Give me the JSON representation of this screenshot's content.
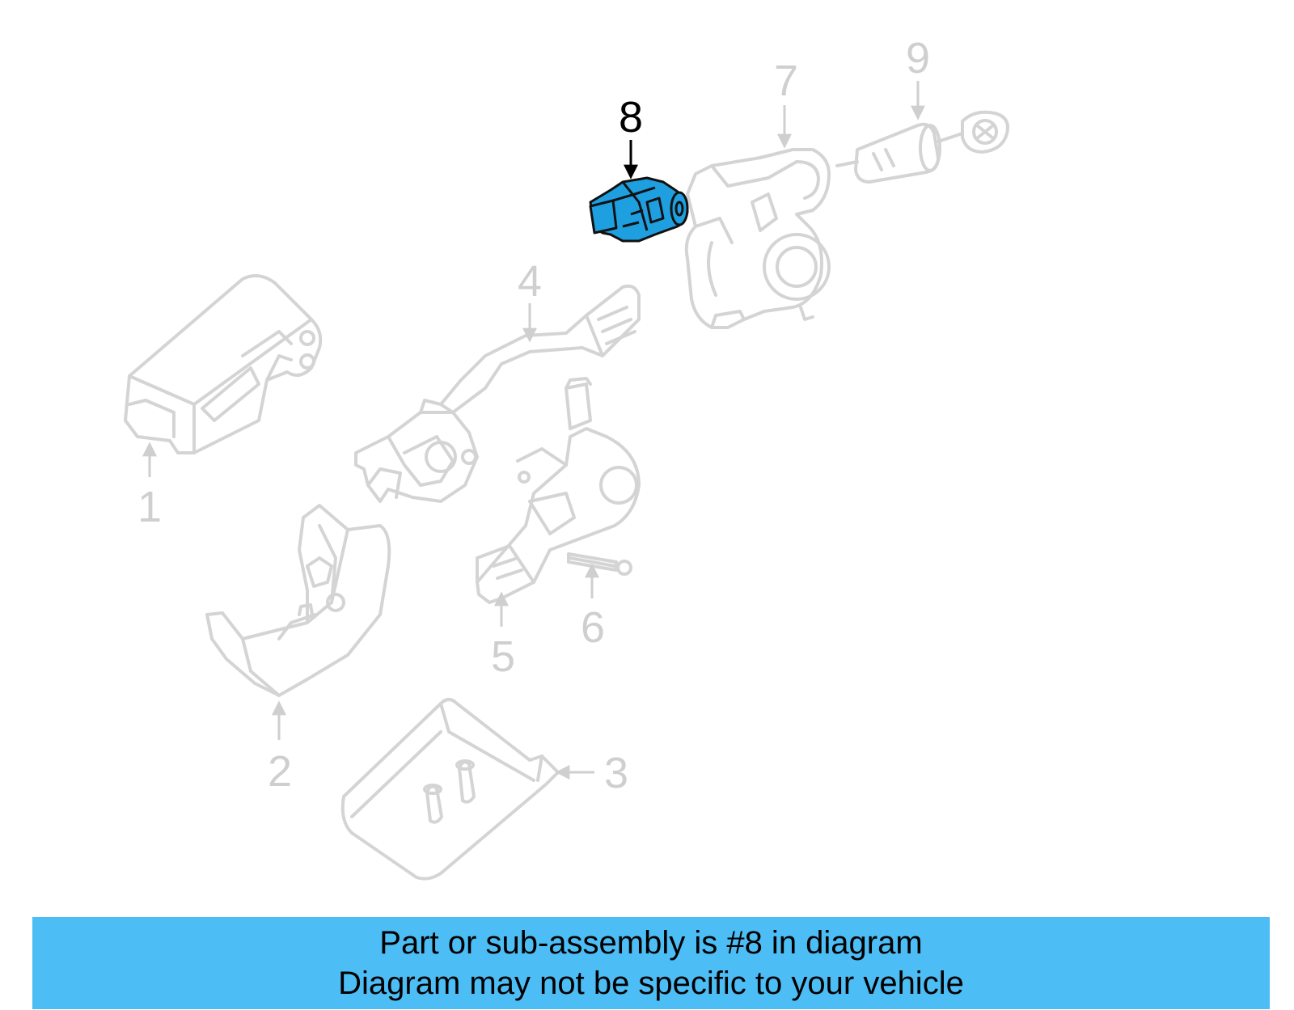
{
  "callouts": {
    "c1": "1",
    "c2": "2",
    "c3": "3",
    "c4": "4",
    "c5": "5",
    "c6": "6",
    "c7": "7",
    "c8": "8",
    "c9": "9"
  },
  "highlighted_callout": "8",
  "colors": {
    "highlight_fill": "#1e9fe0",
    "banner_background": "#4dbdf5",
    "ghost_lines": "#d4d4d4"
  },
  "banner": {
    "line1": "Part or sub-assembly is #8 in diagram",
    "line2": "Diagram may not be specific to your vehicle"
  }
}
